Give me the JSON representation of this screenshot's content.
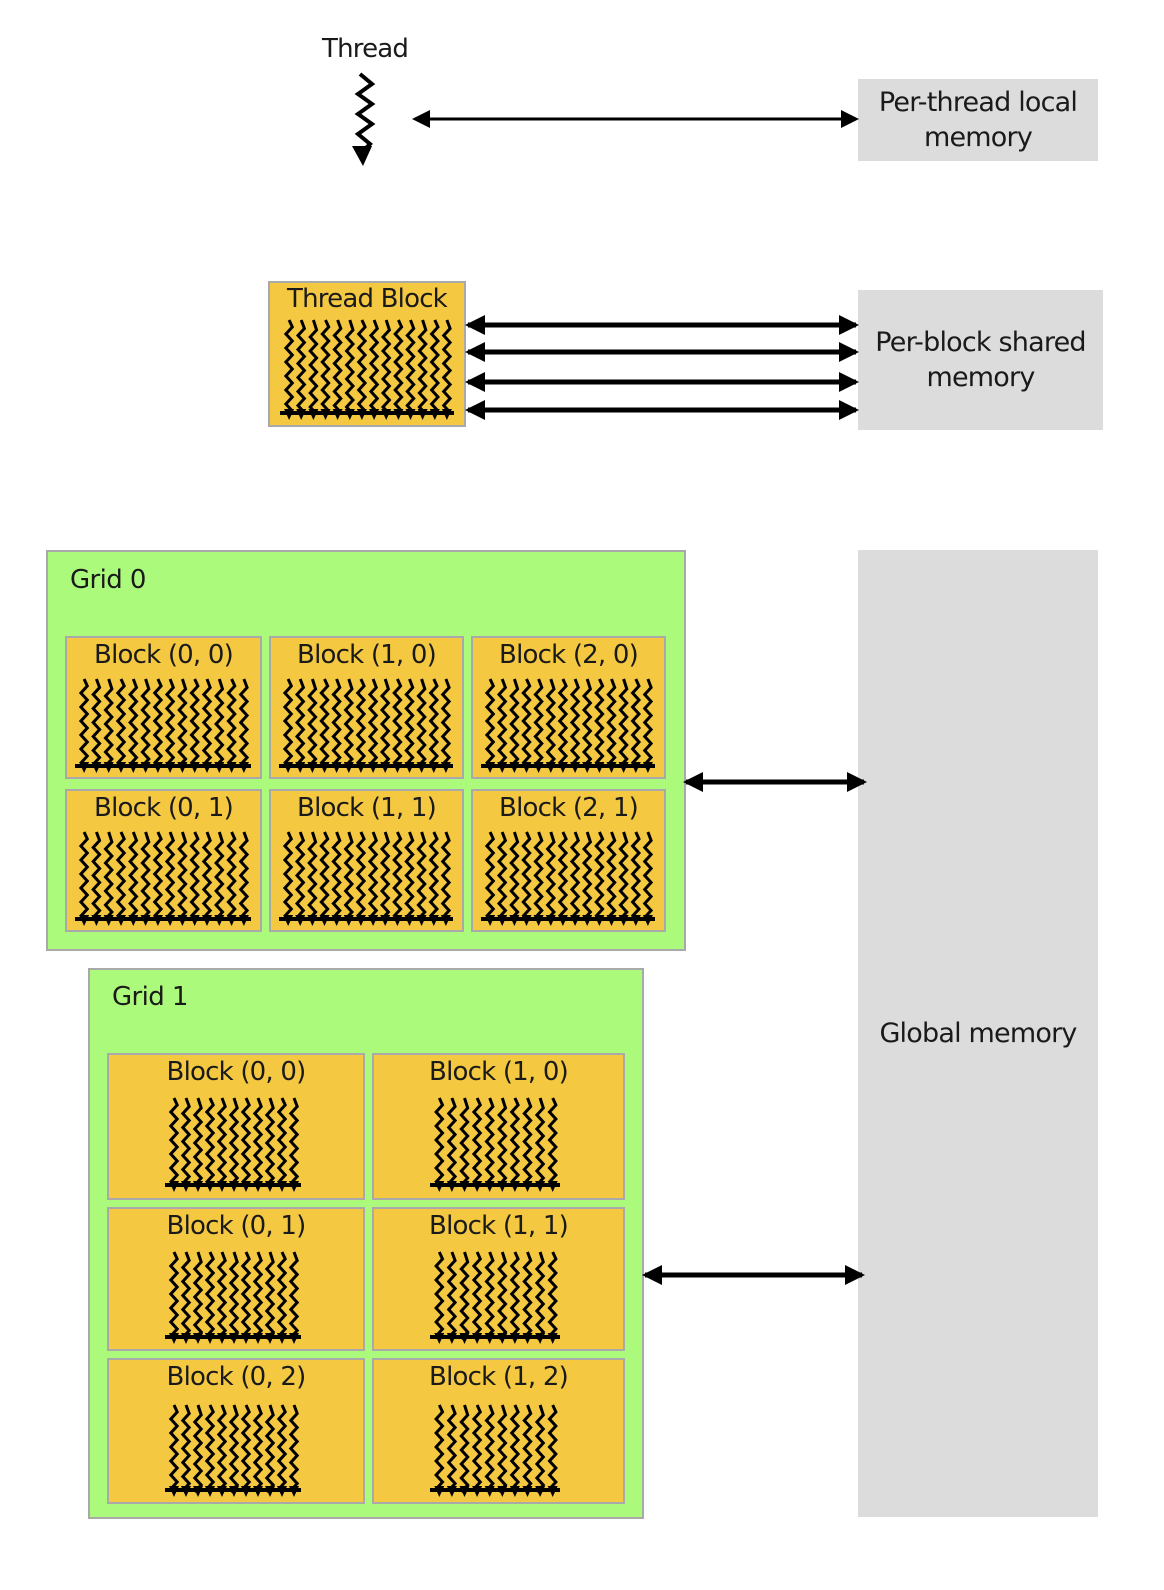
{
  "thread": {
    "label": "Thread"
  },
  "thread_block": {
    "label": "Thread Block"
  },
  "memories": {
    "local_line1": "Per-thread local",
    "local_line2": "memory",
    "shared_line1": "Per-block shared",
    "shared_line2": "memory",
    "global": "Global memory"
  },
  "grid0": {
    "title": "Grid 0",
    "blocks": [
      "Block (0, 0)",
      "Block (1, 0)",
      "Block (2, 0)",
      "Block (0, 1)",
      "Block (1, 1)",
      "Block (2, 1)"
    ]
  },
  "grid1": {
    "title": "Grid 1",
    "blocks": [
      "Block (0, 0)",
      "Block (1, 0)",
      "Block (0, 1)",
      "Block (1, 1)",
      "Block (0, 2)",
      "Block (1, 2)"
    ]
  },
  "colors": {
    "block_fill": "#f5c842",
    "grid_fill": "#acfa7c",
    "memory_fill": "#dcdcdc",
    "border": "#a9a9a9",
    "arrow": "#000000"
  }
}
